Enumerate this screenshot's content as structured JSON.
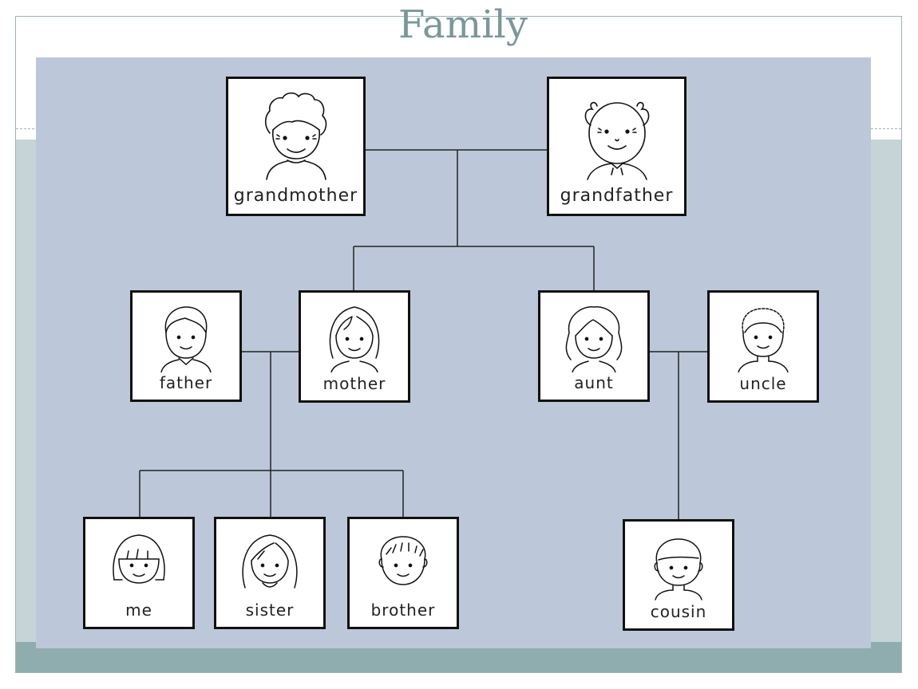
{
  "title": "Family",
  "members": {
    "grandmother": "grandmother",
    "grandfather": "grandfather",
    "father": "father",
    "mother": "mother",
    "aunt": "aunt",
    "uncle": "uncle",
    "me": "me",
    "sister": "sister",
    "brother": "brother",
    "cousin": "cousin"
  }
}
